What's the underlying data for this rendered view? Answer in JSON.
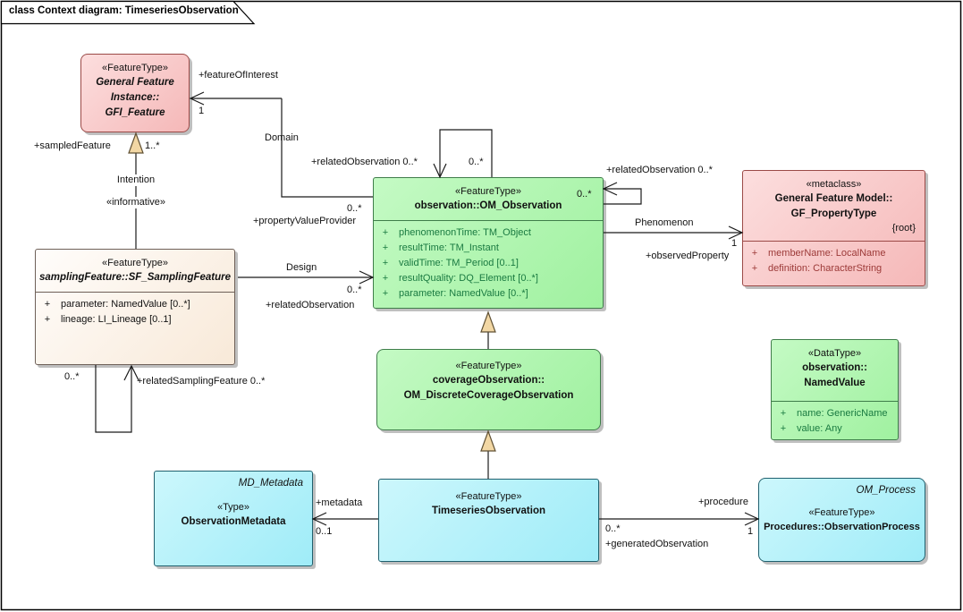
{
  "diagram": {
    "title": "class Context diagram: TimeseriesObservation"
  },
  "colors": {
    "pink_fill": "#f5b8b8",
    "green_fill": "#a0f1a0",
    "cyan_fill": "#9fecf8",
    "linen_fill": "#f8e9d8",
    "generalization_triangle": "#f2d7a4",
    "attr_text_green": "#1a7a41",
    "attr_text_red": "#9c3a38"
  },
  "classes": {
    "gfi_feature": {
      "stereotype": "«FeatureType»",
      "name_line1": "General Feature",
      "name_line2": "Instance::",
      "name_line3": "GFI_Feature"
    },
    "sf_sampling_feature": {
      "stereotype": "«FeatureType»",
      "name": "samplingFeature::SF_SamplingFeature",
      "attributes": [
        {
          "vis": "+",
          "text": "parameter: NamedValue [0..*]"
        },
        {
          "vis": "+",
          "text": "lineage: LI_Lineage [0..1]"
        }
      ]
    },
    "om_observation": {
      "stereotype": "«FeatureType»",
      "name": "observation::OM_Observation",
      "corner_multiplicity": "0..*",
      "attributes": [
        {
          "vis": "+",
          "text": "phenomenonTime: TM_Object"
        },
        {
          "vis": "+",
          "text": "resultTime: TM_Instant"
        },
        {
          "vis": "+",
          "text": "validTime: TM_Period [0..1]"
        },
        {
          "vis": "+",
          "text": "resultQuality: DQ_Element [0..*]"
        },
        {
          "vis": "+",
          "text": "parameter: NamedValue [0..*]"
        }
      ]
    },
    "coverage_observation": {
      "stereotype": "«FeatureType»",
      "name_line1": "coverageObservation::",
      "name_line2": "OM_DiscreteCoverageObservation"
    },
    "gf_property_type": {
      "stereotype": "«metaclass»",
      "name_line1": "General Feature Model::",
      "name_line2": "GF_PropertyType",
      "tag": "{root}",
      "attributes": [
        {
          "vis": "+",
          "text": "memberName: LocalName"
        },
        {
          "vis": "+",
          "text": "definition: CharacterString"
        }
      ]
    },
    "named_value": {
      "stereotype": "«DataType»",
      "name_line1": "observation::",
      "name_line2": "NamedValue",
      "attributes": [
        {
          "vis": "+",
          "text": "name: GenericName"
        },
        {
          "vis": "+",
          "text": "value: Any"
        }
      ]
    },
    "observation_metadata": {
      "parent_type": "MD_Metadata",
      "stereotype": "«Type»",
      "name": "ObservationMetadata"
    },
    "timeseries_observation": {
      "stereotype": "«FeatureType»",
      "name": "TimeseriesObservation"
    },
    "observation_process": {
      "parent_type": "OM_Process",
      "stereotype": "«FeatureType»",
      "name": "Procedures::ObservationProcess"
    }
  },
  "labels": {
    "feature_of_interest": "+featureOfInterest",
    "feature_of_interest_mult": "1",
    "domain": "Domain",
    "sampled_feature": "+sampledFeature",
    "sampled_feature_mult": "1..*",
    "intention": "Intention",
    "informative": "«informative»",
    "property_value_provider_mult": "0..*",
    "property_value_provider": "+propertyValueProvider",
    "design": "Design",
    "design_mult": "0..*",
    "design_related_observation": "+relatedObservation",
    "related_observation_top": "+relatedObservation 0..*",
    "related_observation_top_mult": "0..*",
    "related_observation_right": "+relatedObservation 0..*",
    "phenomenon": "Phenomenon",
    "phenomenon_mult": "1",
    "observed_property": "+observedProperty",
    "sampling_loop_mult": "0..*",
    "related_sampling_feature": "+relatedSamplingFeature 0..*",
    "metadata": "+metadata",
    "metadata_mult": "0..1",
    "procedure": "+procedure",
    "procedure_mult": "1",
    "generated_observation_mult": "0..*",
    "generated_observation": "+generatedObservation"
  }
}
